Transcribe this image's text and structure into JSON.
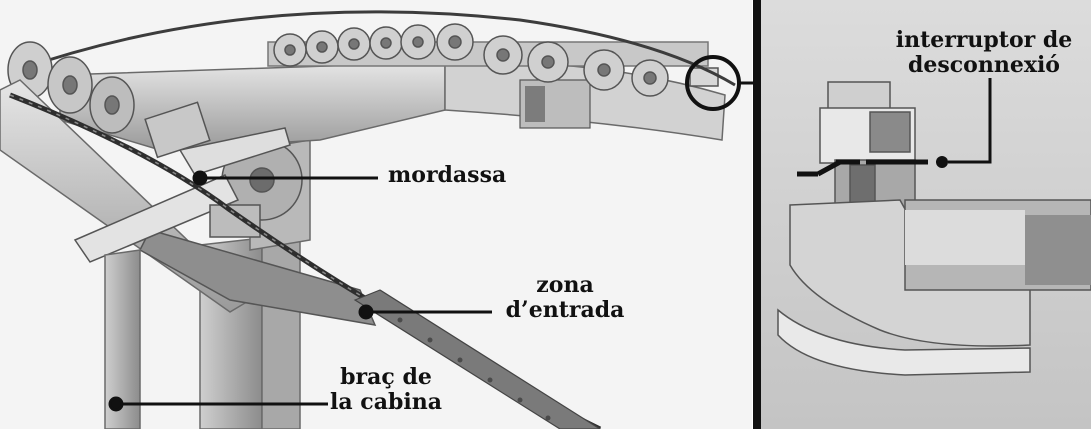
{
  "labels": {
    "mordassa": "mordassa",
    "zona_line1": "zona",
    "zona_line2": "d’entrada",
    "brac_line1": "braç de",
    "brac_line2": "la cabina",
    "interruptor_line1": "interruptor de",
    "interruptor_line2": "desconnexió"
  }
}
